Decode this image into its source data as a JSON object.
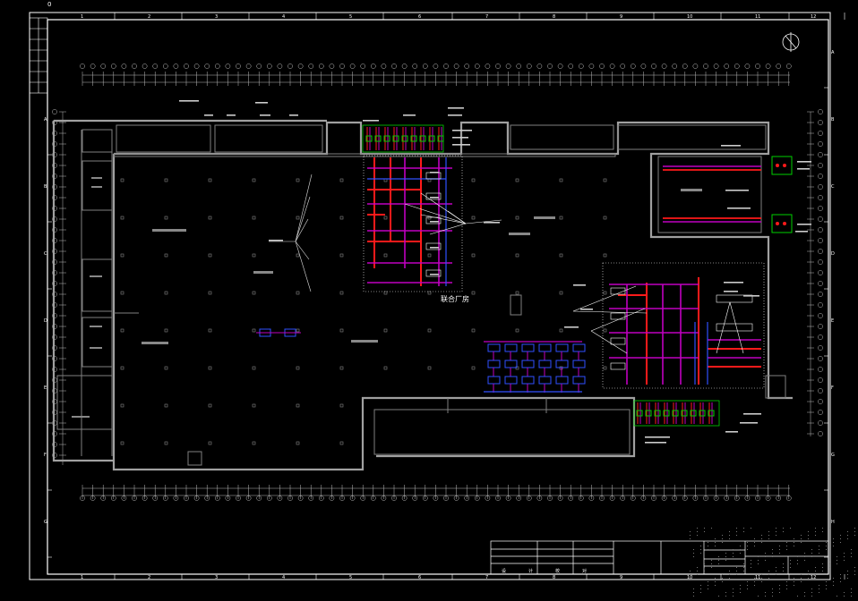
{
  "drawing": {
    "top_marker": "0",
    "area_label": "联合厂房",
    "top_grid_numbers": [
      "1",
      "2",
      "3",
      "4",
      "5",
      "6",
      "7",
      "8",
      "9",
      "10",
      "11",
      "12"
    ],
    "bottom_grid_numbers": [
      "1",
      "2",
      "3",
      "4",
      "5",
      "6",
      "7",
      "8",
      "9",
      "10",
      "11",
      "12"
    ],
    "left_letters": [
      "A",
      "B",
      "C",
      "D",
      "E",
      "F",
      "G"
    ],
    "right_letters": [
      "A",
      "B",
      "C",
      "D",
      "E",
      "F",
      "G",
      "H"
    ],
    "colors": {
      "background": "#000000",
      "frame": "#ffffff",
      "walls": "#9a9a9a",
      "pipe_supply": "#ff1a1a",
      "pipe_return": "#c000c0",
      "pipe_blue": "#3050ff",
      "equipment_green": "#00d000",
      "annotation": "#ffffff",
      "leader": "#e0e0e0"
    }
  },
  "title_block": {
    "sign_row_labels": [
      "设",
      "计",
      "校",
      "对"
    ]
  }
}
